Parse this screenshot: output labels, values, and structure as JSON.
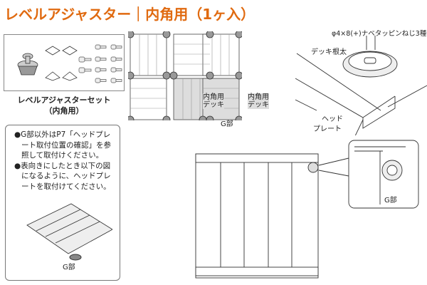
{
  "title": "レベルアジャスター｜内角用（1ヶ入）",
  "parts_caption": {
    "line1": "レベルアジャスターセット",
    "line2": "（内角用）"
  },
  "tiles": {
    "label_inner": "内角用",
    "label_deck": "デッキ",
    "g_label": "G部"
  },
  "install": {
    "screw_label": "φ4×8(+)ナベタッピンねじ3種",
    "joist_label": "デッキ根太",
    "head_plate_label1": "ヘッド",
    "head_plate_label2": "プレート"
  },
  "note": {
    "item1": "●G部以外はP7「ヘッドプレート取付位置の確認」を参照して取付けください。",
    "item2": "●表向きにしたとき以下の図になるように、ヘッドプレートを取付けてください。",
    "g_label": "G部"
  },
  "detail": {
    "g_label": "G部"
  },
  "colors": {
    "accent": "#e06a10"
  }
}
